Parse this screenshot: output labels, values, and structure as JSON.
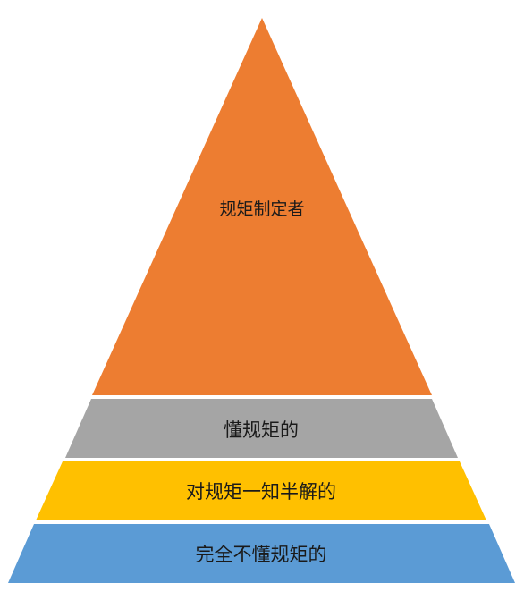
{
  "diagram": {
    "type": "pyramid",
    "tiers": [
      {
        "id": "top",
        "label": "规矩制定者",
        "color": "#ED7D31"
      },
      {
        "id": "second",
        "label": "懂规矩的",
        "color": "#A5A5A5"
      },
      {
        "id": "third",
        "label": "对规矩一知半解的",
        "color": "#FFC000"
      },
      {
        "id": "bottom",
        "label": "完全不懂规矩的",
        "color": "#5B9BD5"
      }
    ]
  }
}
